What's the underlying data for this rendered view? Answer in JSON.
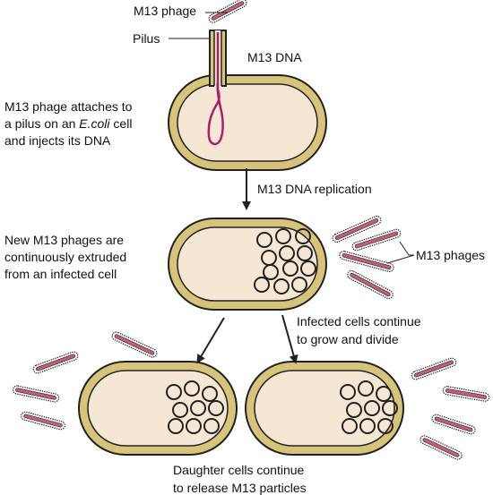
{
  "labels": {
    "phage": "M13 phage",
    "pilus": "Pilus",
    "dna": "M13 DNA",
    "attach_1": "M13 phage attaches to",
    "attach_2": "a pilus on an",
    "attach_ecoli": "E.coli",
    "attach_3": "cell",
    "attach_4": "and injects its DNA",
    "replication": "M13 DNA replication",
    "extrude_1": "New M13 phages are",
    "extrude_2": "continuously extruded",
    "extrude_3": "from an infected cell",
    "phages": "M13 phages",
    "grow_1": "Infected cells continue",
    "grow_2": "to grow and divide",
    "daughter_1": "Daughter cells continue",
    "daughter_2": "to release M13 particles"
  },
  "colors": {
    "cell_wall": "#d6c47a",
    "cell_interior": "#f6e6d4",
    "dna": "#a8206a",
    "phage_body": "#c06070",
    "outline": "#222222"
  }
}
